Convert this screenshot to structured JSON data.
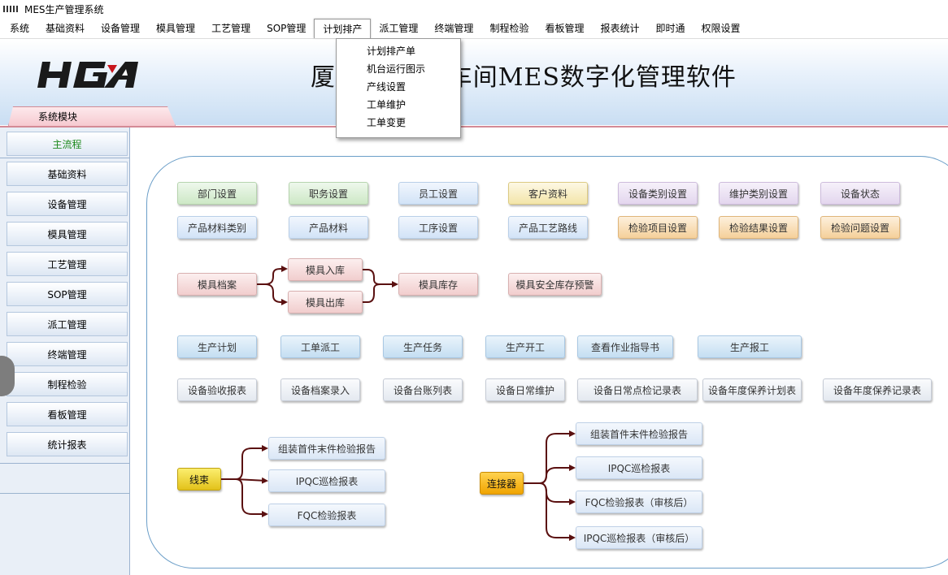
{
  "window": {
    "title": "MES生产管理系统"
  },
  "menu": [
    "系统",
    "基础资料",
    "设备管理",
    "模具管理",
    "工艺管理",
    "SOP管理",
    "计划排产",
    "派工管理",
    "终端管理",
    "制程检验",
    "看板管理",
    "报表统计",
    "即时通",
    "权限设置"
  ],
  "dropdown": [
    "计划排产单",
    "机台运行图示",
    "产线设置",
    "工单维护",
    "工单变更"
  ],
  "banner": {
    "logo_text": "HGA",
    "title": "厦门XX生产车间MES数字化管理软件"
  },
  "module_tab": "系统模块",
  "sidebar": [
    "主流程",
    "基础资料",
    "设备管理",
    "模具管理",
    "工艺管理",
    "SOP管理",
    "派工管理",
    "终端管理",
    "制程检验",
    "看板管理",
    "统计报表"
  ],
  "row1": [
    "部门设置",
    "职务设置",
    "员工设置",
    "客户资料",
    "设备类别设置",
    "维护类别设置",
    "设备状态"
  ],
  "row2": [
    "产品材料类别",
    "产品材料",
    "工序设置",
    "产品工艺路线",
    "检验项目设置",
    "检验结果设置",
    "检验问题设置"
  ],
  "mold": {
    "archive": "模具档案",
    "in": "模具入库",
    "out": "模具出库",
    "stock": "模具库存",
    "warning": "模具安全库存预警"
  },
  "production": [
    "生产计划",
    "工单派工",
    "生产任务",
    "生产开工",
    "查看作业指导书",
    "生产报工"
  ],
  "equipment": [
    "设备验收报表",
    "设备档案录入",
    "设备台账列表",
    "设备日常维护",
    "设备日常点检记录表",
    "设备年度保养计划表",
    "设备年度保养记录表"
  ],
  "wire": {
    "root": "线束",
    "items": [
      "组装首件末件检验报告",
      "IPQC巡检报表",
      "FQC检验报表"
    ]
  },
  "connector": {
    "root": "连接器",
    "items": [
      "组装首件末件检验报告",
      "IPQC巡检报表",
      "FQC检验报表（审核后）",
      "IPQC巡检报表（审核后）"
    ]
  },
  "colors": {
    "arrow": "#5a1010",
    "frame": "#6b9ec8",
    "tab": "#f6c9d0"
  }
}
